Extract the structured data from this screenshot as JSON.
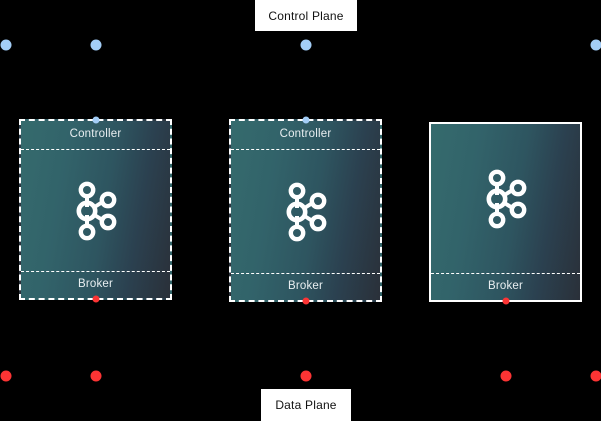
{
  "diagram": {
    "title_top": "Control Plane",
    "title_bottom": "Data Plane",
    "background_color": "#000000",
    "label_bg_color": "#ffffff",
    "label_text_color": "#111111",
    "control_dot_color": "#a3cdf6",
    "data_dot_color": "#fc3434",
    "node_gradient_from": "#356b6d",
    "node_gradient_to": "#2a3039",
    "node_border_color": "#ffffff",
    "node_text_color": "#e8eef0",
    "logo_name": "apache-kafka-logo"
  },
  "nodes": [
    {
      "id": "node-1",
      "controller_label": "Controller",
      "broker_label": "Broker",
      "has_controller": true,
      "has_broker": true,
      "frame_style": "dashed"
    },
    {
      "id": "node-2",
      "controller_label": "Controller",
      "broker_label": "Broker",
      "has_controller": true,
      "has_broker": true,
      "frame_style": "dashed"
    },
    {
      "id": "node-3",
      "controller_label": "",
      "broker_label": "Broker",
      "has_controller": false,
      "has_broker": true,
      "frame_style": "solid"
    }
  ],
  "control_plane_dots": [
    {
      "label": "control-endpoint-1"
    },
    {
      "label": "control-endpoint-2"
    },
    {
      "label": "control-endpoint-3"
    },
    {
      "label": "control-endpoint-4"
    }
  ],
  "data_plane_dots": [
    {
      "label": "data-endpoint-1"
    },
    {
      "label": "data-endpoint-2"
    },
    {
      "label": "data-endpoint-3"
    },
    {
      "label": "data-endpoint-4"
    },
    {
      "label": "data-endpoint-5"
    }
  ],
  "node_connector_dots": [
    {
      "label": "node-1-control-connector",
      "color": "#a3cdf6"
    },
    {
      "label": "node-2-control-connector",
      "color": "#a3cdf6"
    },
    {
      "label": "node-1-data-connector",
      "color": "#fc3434"
    },
    {
      "label": "node-2-data-connector",
      "color": "#fc3434"
    },
    {
      "label": "node-3-data-connector",
      "color": "#fc3434"
    }
  ]
}
